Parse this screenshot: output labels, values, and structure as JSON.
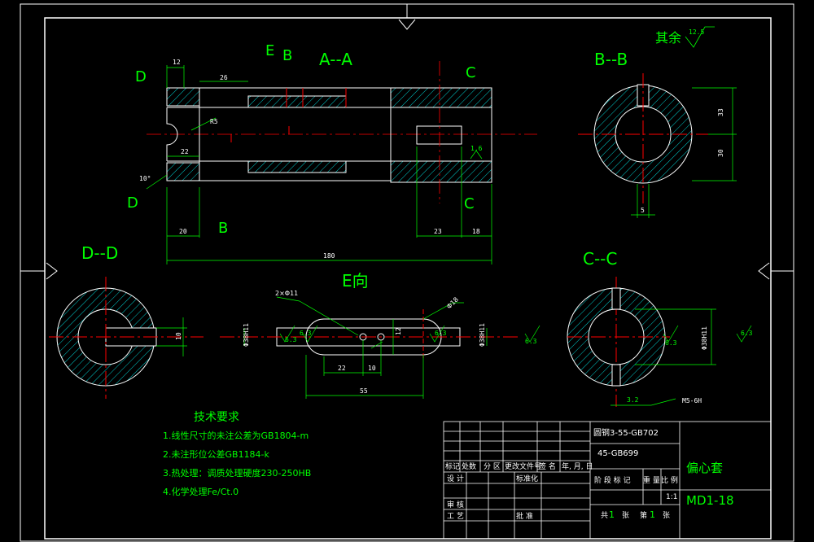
{
  "views": {
    "aa_title": "A--A",
    "bb_title": "B--B",
    "cc_title": "C--C",
    "dd_title": "D--D",
    "e_title": "E向"
  },
  "cut_letters": {
    "d": "D",
    "e": "E",
    "b": "B",
    "c": "C"
  },
  "surface": {
    "other_label": "其余",
    "other_value": "12.5",
    "r16": "1.6"
  },
  "dims": {
    "aa_12": "12",
    "aa_26": "26",
    "aa_r15": "R5",
    "aa_22": "22",
    "aa_20": "20",
    "aa_23": "23",
    "aa_18": "18",
    "aa_180": "180",
    "aa_10deg": "10°",
    "bb_33": "33",
    "bb_30": "30",
    "bb_5": "5",
    "dd_10": "10",
    "e_hole": "2×Φ11",
    "e_phi": "Φ18",
    "e_22": "22",
    "e_10": "10",
    "e_55": "55",
    "e_12": "12",
    "e_63a": "6.3",
    "e_63b": "6.3",
    "e_63c": "6.3",
    "e_63d": "6.3",
    "e_fit_l": "Φ38H11",
    "e_fit_r": "Φ38H11",
    "cc_63a": "6.3",
    "cc_63b": "6.3",
    "cc_fit": "Φ38H11",
    "cc_32": "3.2",
    "cc_m5": "M5-6H"
  },
  "requirements": {
    "title": "技术要求",
    "items": [
      "1.线性尺寸的未注公差为GB1804-m",
      "2.未注形位公差GB1184-k",
      "3.热处理：调质处理硬度230-250HB",
      "4.化学处理Fe/Ct.0"
    ]
  },
  "title_block": {
    "material_1": "圆钢3-55-GB702",
    "material_2": "45-GB699",
    "part_name": "偏心套",
    "drawing_no": "MD1-18",
    "h_biaoji": "标记",
    "h_chushu": "处数",
    "h_fenqu": "分 区",
    "h_file": "更改文件号",
    "h_sign": "签 名",
    "h_date": "年, 月, 日",
    "design": "设 计",
    "std": "标准化",
    "review": "审 核",
    "process": "工 艺",
    "approve": "批 准",
    "stage": "阶 段 标 记",
    "weight": "重 量",
    "ratio": "比 例",
    "ratio_val": "1:1",
    "total": "共",
    "total_val": "1",
    "sheet_word": "张",
    "page_word": "第",
    "page_val": "1",
    "sheet_word2": "张"
  },
  "colors": {
    "outline": "#ffffff",
    "dim": "#00ff00",
    "center": "#ff0000",
    "hatch": "#00ffff",
    "background": "#000000"
  }
}
